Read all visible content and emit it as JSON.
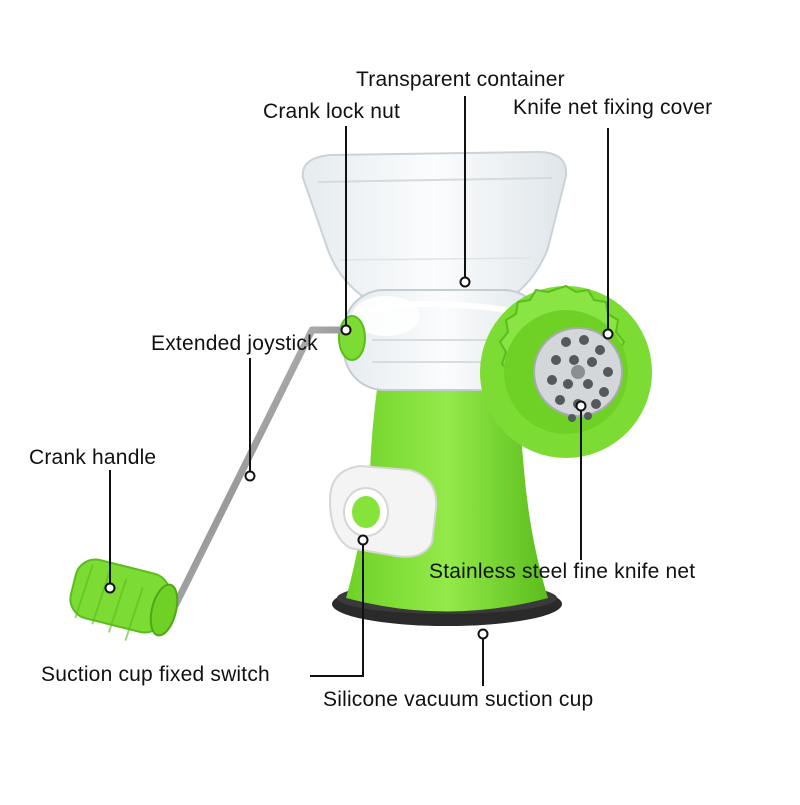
{
  "labels": {
    "transparent_container": "Transparent container",
    "crank_lock_nut": "Crank lock nut",
    "knife_net_fixing_cover": "Knife net fixing cover",
    "extended_joystick": "Extended joystick",
    "crank_handle": "Crank handle",
    "stainless_steel_fine_knife_net": "Stainless steel fine knife net",
    "suction_cup_fixed_switch": "Suction cup fixed switch",
    "silicone_vacuum_suction_cup": "Silicone vacuum suction cup"
  },
  "colors": {
    "body_green": "#86e33a",
    "body_green_dark": "#5fbf1f",
    "container_clear": "#eef3f5",
    "base_dark": "#2a2a2a",
    "knob_white": "#f4f4f4",
    "steel": "#c9ccd0",
    "leader_line": "#111111"
  }
}
